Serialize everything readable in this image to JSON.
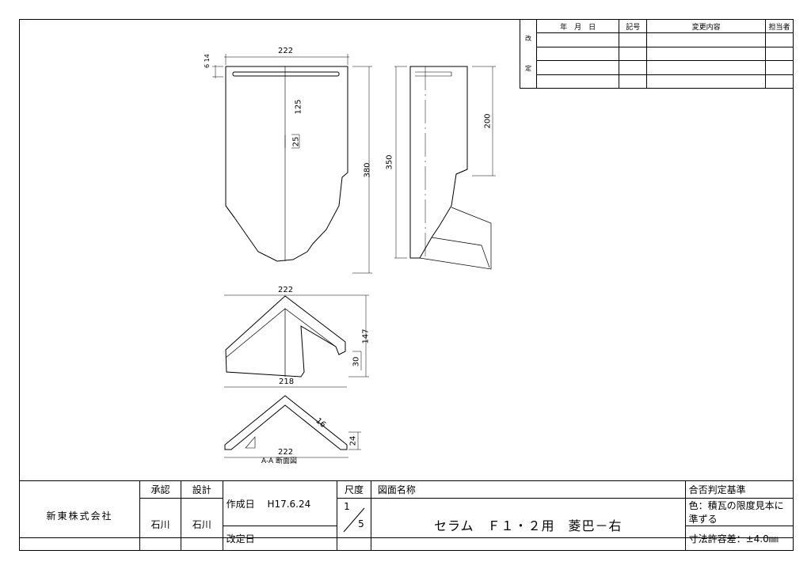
{
  "revision": {
    "side_labels": [
      "改",
      "定"
    ],
    "headers": [
      "年　月　日",
      "記号",
      "変更内容",
      "担当者"
    ],
    "rows": 4
  },
  "dimensions": {
    "top_width": "222",
    "slot_height": "6 14",
    "dim_125": "125",
    "dim_25": "25",
    "dim_380": "380",
    "dim_350": "350",
    "dim_200": "200",
    "dim_222_mid": "222",
    "dim_147": "147",
    "dim_30": "30",
    "dim_218": "218",
    "dim_16": "16",
    "dim_24": "24",
    "dim_222_bottom": "222",
    "section_label": "A-A 断面図"
  },
  "title_block": {
    "company": "新東株式会社",
    "approve_label": "承認",
    "design_label": "設計",
    "approver": "石川",
    "designer": "石川",
    "created_label": "作成日",
    "created_date": "H17.6.24",
    "revised_label": "改定日",
    "scale_label": "尺度",
    "scale_num": "1",
    "scale_den": "5",
    "drawing_name_label": "図面名称",
    "drawing_name": "セラム　Ｆ１・２用　菱巴－右",
    "criteria_title": "合否判定基準",
    "criteria_color": "色：積瓦の限度見本に準ずる",
    "criteria_tolerance": "寸法許容差：±4.0㎜"
  }
}
